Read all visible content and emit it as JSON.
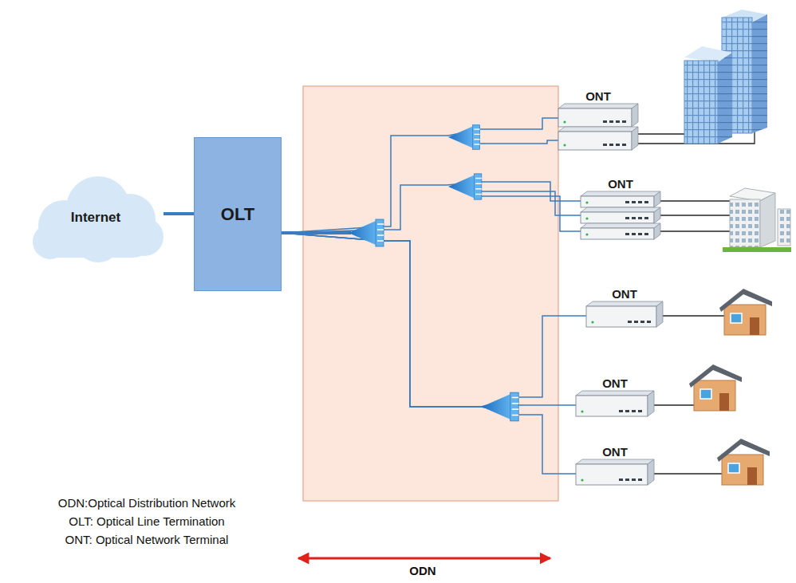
{
  "diagram": {
    "nodes": [
      {
        "text": [
          "Internet"
        ]
      },
      {
        "text": [
          "OLT"
        ]
      },
      {
        "text": [
          "ONT"
        ]
      },
      {
        "text": [
          "ONT"
        ]
      },
      {
        "text": [
          "ONT"
        ]
      },
      {
        "text": [
          "ONT"
        ]
      },
      {
        "text": [
          "ONT"
        ]
      }
    ],
    "edges": [
      {
        "from": 0,
        "to": 1,
        "arrow": "none"
      },
      {
        "from": 1,
        "to": 2,
        "arrow": "none"
      },
      {
        "from": 1,
        "to": 3,
        "arrow": "none"
      },
      {
        "from": 1,
        "to": 4,
        "arrow": "none"
      },
      {
        "from": 1,
        "to": 5,
        "arrow": "none"
      },
      {
        "from": 1,
        "to": 6,
        "arrow": "none"
      }
    ],
    "labels": [
      "ODN:Optical Distribution Network",
      "OLT: Optical Line Termination",
      "ONT: Optical Network Terminal",
      "ODN"
    ]
  }
}
